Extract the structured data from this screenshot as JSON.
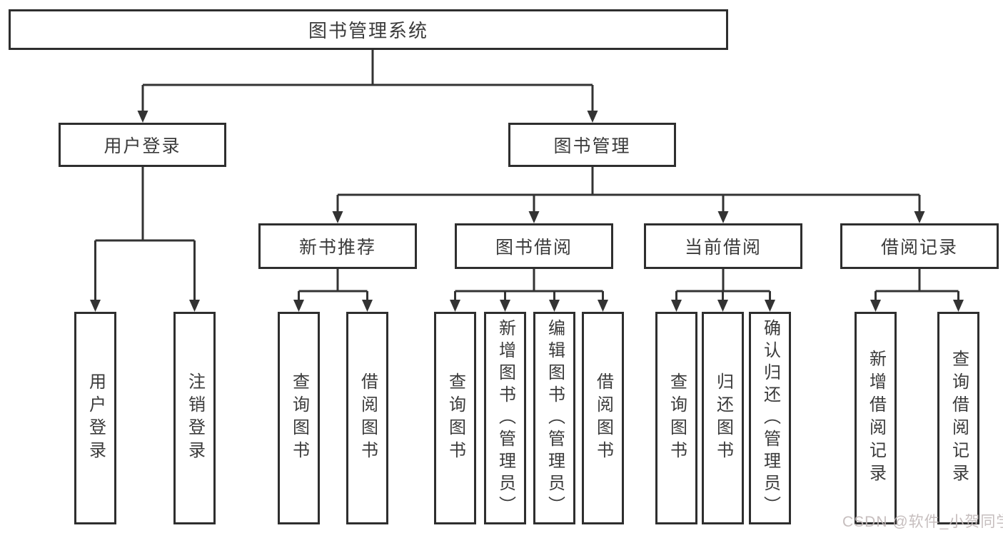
{
  "colors": {
    "line": "#333333",
    "border": "#2e2e2e",
    "text": "#3b3b3b",
    "background": "#ffffff",
    "watermark": "#c2b9b9"
  },
  "watermark": {
    "text": "CSDN @软件_小贺同学"
  },
  "tree": {
    "label": "图书管理系统",
    "children": [
      {
        "label": "用户登录",
        "children": [
          {
            "label": "用户登录"
          },
          {
            "label": "注销登录"
          }
        ]
      },
      {
        "label": "图书管理",
        "children": [
          {
            "label": "新书推荐",
            "children": [
              {
                "label": "查询图书"
              },
              {
                "label": "借阅图书"
              }
            ]
          },
          {
            "label": "图书借阅",
            "children": [
              {
                "label": "查询图书"
              },
              {
                "label": "新增图书（管理员）"
              },
              {
                "label": "编辑图书（管理员）"
              },
              {
                "label": "借阅图书"
              }
            ]
          },
          {
            "label": "当前借阅",
            "children": [
              {
                "label": "查询图书"
              },
              {
                "label": "归还图书"
              },
              {
                "label": "确认归还（管理员）"
              }
            ]
          },
          {
            "label": "借阅记录",
            "children": [
              {
                "label": "新增借阅记录"
              },
              {
                "label": "查询借阅记录"
              }
            ]
          }
        ]
      }
    ]
  }
}
